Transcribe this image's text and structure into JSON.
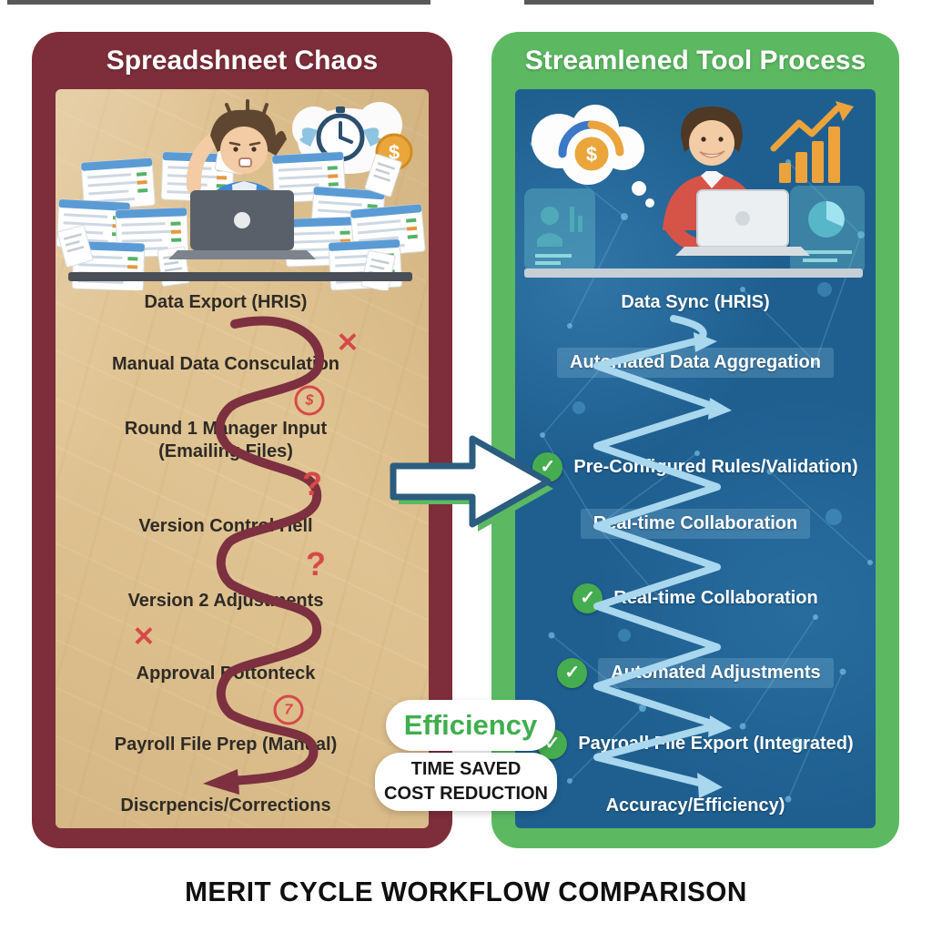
{
  "caption": "MERIT CYCLE WORKFLOW COMPARISON",
  "left_panel": {
    "title": "Spreadshneet Chaos",
    "steps": [
      {
        "label": "Data Export (HRIS)"
      },
      {
        "label": "Manual Data Consculation"
      },
      {
        "label": "Round 1 Manager Input\n(Emailing Files)"
      },
      {
        "label": "Version Control Hell"
      },
      {
        "label": "Version 2 Adjustments"
      },
      {
        "label": "Approval Bottonteck"
      },
      {
        "label": "Payroll File Prep (Manual)"
      },
      {
        "label": "Discrpencis/Corrections"
      }
    ],
    "markers": [
      {
        "name": "cross",
        "glyph": "✕"
      },
      {
        "name": "dollar-circled",
        "glyph": "$"
      },
      {
        "name": "question",
        "glyph": "?"
      },
      {
        "name": "question",
        "glyph": "?"
      },
      {
        "name": "cross",
        "glyph": "✕"
      },
      {
        "name": "seven-circled",
        "glyph": "7"
      }
    ]
  },
  "right_panel": {
    "title": "Streamlened Tool Process",
    "check_glyph": "✓",
    "steps": [
      {
        "label": "Data Sync (HRIS)",
        "checked": false,
        "boxed": false
      },
      {
        "label": "Automated Data Aggregation",
        "checked": false,
        "boxed": true
      },
      {
        "label": "Pre-Configured Rules/Validation)",
        "checked": true,
        "boxed": false
      },
      {
        "label": "Real-time Collaboration",
        "checked": false,
        "boxed": true
      },
      {
        "label": "Real-time Collaboration",
        "checked": true,
        "boxed": false
      },
      {
        "label": "Automated Adjustments",
        "checked": true,
        "boxed": true
      },
      {
        "label": "Payroall File Export (Integrated)",
        "checked": true,
        "boxed": false
      },
      {
        "label": "Accuracy/Efficiency)",
        "checked": false,
        "boxed": false
      }
    ]
  },
  "center": {
    "efficiency_label": "Efficiency",
    "time_saved_label": "TIME SAVED",
    "cost_reduction_label": "COST REDUCTION"
  },
  "icons": {
    "dollar": "$"
  },
  "colors": {
    "left_border": "#7d2e3a",
    "left_bg": "#e0c392",
    "left_path": "#7c3040",
    "left_text": "#2e2b26",
    "error_red": "#d64949",
    "right_border": "#5cb962",
    "right_bg": "#1f5f90",
    "right_path": "#a9d7ee",
    "check_green": "#45ad4f",
    "efficiency_green": "#3fae4e",
    "coin_gold": "#eaa63b",
    "caption_black": "#0f0f0f"
  }
}
